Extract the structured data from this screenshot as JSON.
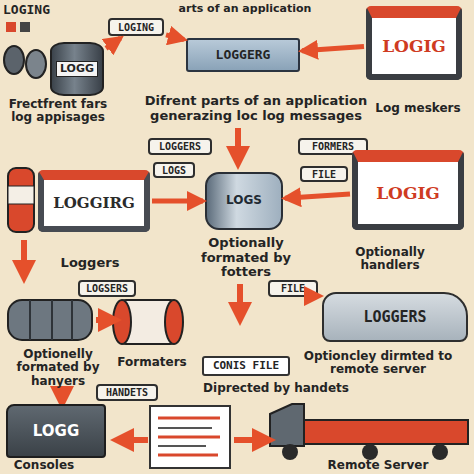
{
  "diagram": {
    "title": "LOGING",
    "nodes": [
      {
        "text": [
          "LOGG"
        ]
      },
      {
        "text": [
          "LOGING"
        ]
      },
      {
        "text": [
          "LOGGERG"
        ]
      },
      {
        "text": [
          "LOGIG"
        ]
      },
      {
        "text": [
          "LOGGERS"
        ]
      },
      {
        "text": [
          "FORMERS"
        ]
      },
      {
        "text": [
          "LOGGIRG"
        ]
      },
      {
        "text": [
          "LOGS"
        ]
      },
      {
        "text": [
          "LOGS"
        ]
      },
      {
        "text": [
          "FILE"
        ]
      },
      {
        "text": [
          "LOGIG"
        ]
      },
      {
        "text": [
          "LOGSERS"
        ]
      },
      {
        "text": [
          "FILE"
        ]
      },
      {
        "text": [
          "LOGGERS"
        ]
      },
      {
        "text": [
          "CONIS FILE"
        ]
      },
      {
        "text": [
          "HANDETS"
        ]
      },
      {
        "text": [
          "LOGG"
        ]
      }
    ],
    "edges": [
      {
        "from": 0,
        "to": 1,
        "arrow": "to"
      },
      {
        "from": 1,
        "to": 2,
        "arrow": "to"
      },
      {
        "from": 3,
        "to": 2,
        "arrow": "to"
      },
      {
        "from": 6,
        "to": 8,
        "arrow": "to"
      },
      {
        "from": 10,
        "to": 8,
        "arrow": "to"
      },
      {
        "from": 13,
        "to": 12,
        "arrow": "to"
      }
    ],
    "labels": [
      "arts of an application",
      "Frectfrent fars log appisages",
      "Difrent parts of an application generazing loc log messages",
      "Log meskers",
      "Optionally formated by fotters",
      "Loggers",
      "Optionally handlers",
      "Optionelly formated by hanyers",
      "Formaters",
      "Optioncley dirmted to remote server",
      "Diprected by handets",
      "Consoles",
      "Remote Server"
    ]
  }
}
